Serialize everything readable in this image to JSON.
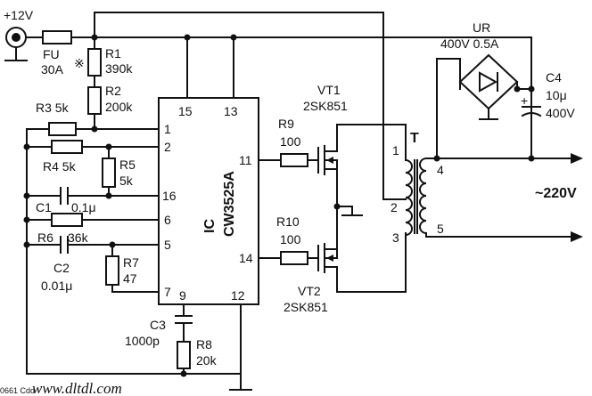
{
  "supply": {
    "label": "+12V"
  },
  "fuse": {
    "ref": "FU",
    "value": "30A",
    "mark": "※"
  },
  "resistors": {
    "r1": {
      "ref": "R1",
      "value": "390k"
    },
    "r2": {
      "ref": "R2",
      "value": "200k"
    },
    "r3": {
      "label": "R3 5k"
    },
    "r4": {
      "label": "R4 5k"
    },
    "r5": {
      "ref": "R5",
      "value": "5k"
    },
    "r6": {
      "label": "R6",
      "value": "36k"
    },
    "r7": {
      "ref": "R7",
      "value": "47"
    },
    "r8": {
      "ref": "R8",
      "value": "20k"
    },
    "r9": {
      "ref": "R9",
      "value": "100"
    },
    "r10": {
      "ref": "R10",
      "value": "100"
    }
  },
  "capacitors": {
    "c1": {
      "label": "C1",
      "value": "0.1μ"
    },
    "c2": {
      "ref": "C2",
      "value": "0.01μ"
    },
    "c3": {
      "ref": "C3",
      "value": "1000p"
    },
    "c4": {
      "ref": "C4",
      "value": "10μ",
      "voltage": "400V"
    }
  },
  "ic": {
    "ref": "IC",
    "part": "CW3525A",
    "pins": {
      "p1": "1",
      "p2": "2",
      "p16": "16",
      "p6": "6",
      "p5": "5",
      "p7": "7",
      "p9": "9",
      "p12": "12",
      "p15": "15",
      "p13": "13",
      "p11": "11",
      "p14": "14"
    }
  },
  "transistors": {
    "vt1": {
      "ref": "VT1",
      "part": "2SK851"
    },
    "vt2": {
      "ref": "VT2",
      "part": "2SK851"
    }
  },
  "transformer": {
    "ref": "T",
    "taps": {
      "t1": "1",
      "t2": "2",
      "t3": "3",
      "t4": "4",
      "t5": "5"
    }
  },
  "bridge": {
    "ref": "UR",
    "rating": "400V 0.5A"
  },
  "output": {
    "label": "~220V"
  },
  "watermark": {
    "text": "www.dltdl.com",
    "corner": "0661 Cdd"
  }
}
